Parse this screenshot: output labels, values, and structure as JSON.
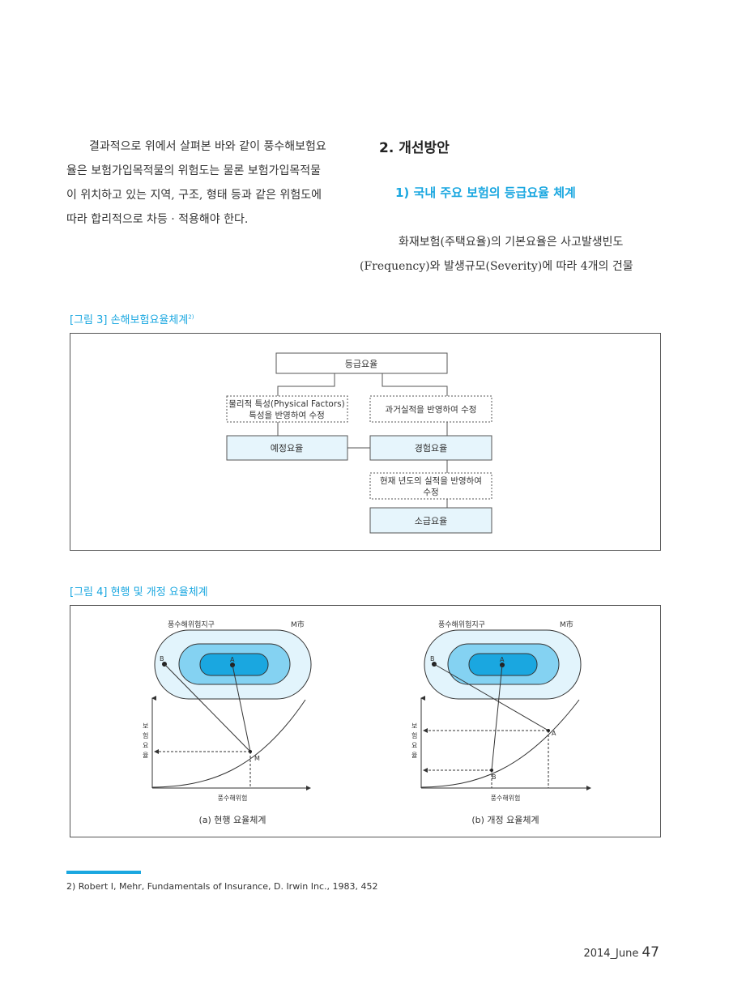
{
  "left_column": {
    "paragraph_lines": [
      "결과적으로 위에서 살펴본 바와 같이 풍수해보험요",
      "율은 보험가입목적물의 위험도는 물론 보험가입목적물",
      "이 위치하고 있는 지역, 구조, 형태 등과 같은 위험도에",
      "따라 합리적으로 차등 · 적용해야 한다."
    ]
  },
  "right_column": {
    "section_title": "2. 개선방안",
    "subsection_title": "1) 국내 주요 보험의 등급요율 체계",
    "paragraph_lines": [
      "화재보험(주택요율)의 기본요율은 사고발생빈도",
      "(Frequency)와 발생규모(Severity)에 따라 4개의 건물"
    ]
  },
  "figure3": {
    "caption": "[그림 3] 손해보험요율체계",
    "caption_sup": "2)",
    "top_box": "등급요율",
    "left_note_line1": "물리적 특성(Physical Factors)",
    "left_note_line2": "특성을 반영하여 수정",
    "right_note": "과거실적을 반영하여 수정",
    "left_rate": "예정요율",
    "right_rate": "경험요율",
    "current_note_line1": "현재 년도의 실적을 반영하여",
    "current_note_line2": "수정",
    "retro_rate": "소급요율"
  },
  "figure4": {
    "caption": "[그림 4] 현행 및 개정 요율체계",
    "panels": [
      {
        "zone_label": "풍수해위험지구",
        "city_label": "M市",
        "point_a": "A",
        "point_b": "B",
        "curve_label": "M",
        "y_axis_chars": [
          "보",
          "험",
          "요",
          "율"
        ],
        "x_axis_label": "풍수해위험",
        "subcaption": "(a) 현행 요율체계"
      },
      {
        "zone_label": "풍수해위험지구",
        "city_label": "M市",
        "point_a": "A",
        "point_b": "B",
        "curve_label_a": "A",
        "curve_label_b": "B",
        "y_axis_chars": [
          "보",
          "험",
          "요",
          "율"
        ],
        "x_axis_label": "풍수해위험",
        "subcaption": "(b) 개정 요율체계"
      }
    ]
  },
  "footnote": "2) Robert I, Mehr, Fundamentals of Insurance, D. Irwin Inc., 1983, 452",
  "footer": {
    "date": "2014_June",
    "page_number": "47"
  },
  "colors": {
    "accent": "#1aa7e0",
    "box_fill": "#e6f5fc",
    "zone_outer": "#e2f4fc",
    "zone_mid": "#84d2f2",
    "zone_inner": "#1aa7e0"
  }
}
